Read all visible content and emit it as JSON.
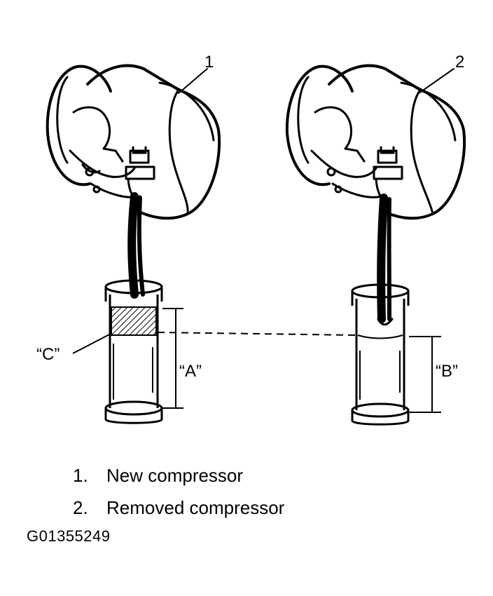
{
  "diagram": {
    "callouts": {
      "label_1": "1",
      "label_2": "2",
      "label_a": "“A”",
      "label_b": "“B”",
      "label_c": "“C”"
    }
  },
  "legend": {
    "items": [
      {
        "number": "1.",
        "text": "New compressor"
      },
      {
        "number": "2.",
        "text": "Removed compressor"
      }
    ]
  },
  "figure_id": "G01355249"
}
